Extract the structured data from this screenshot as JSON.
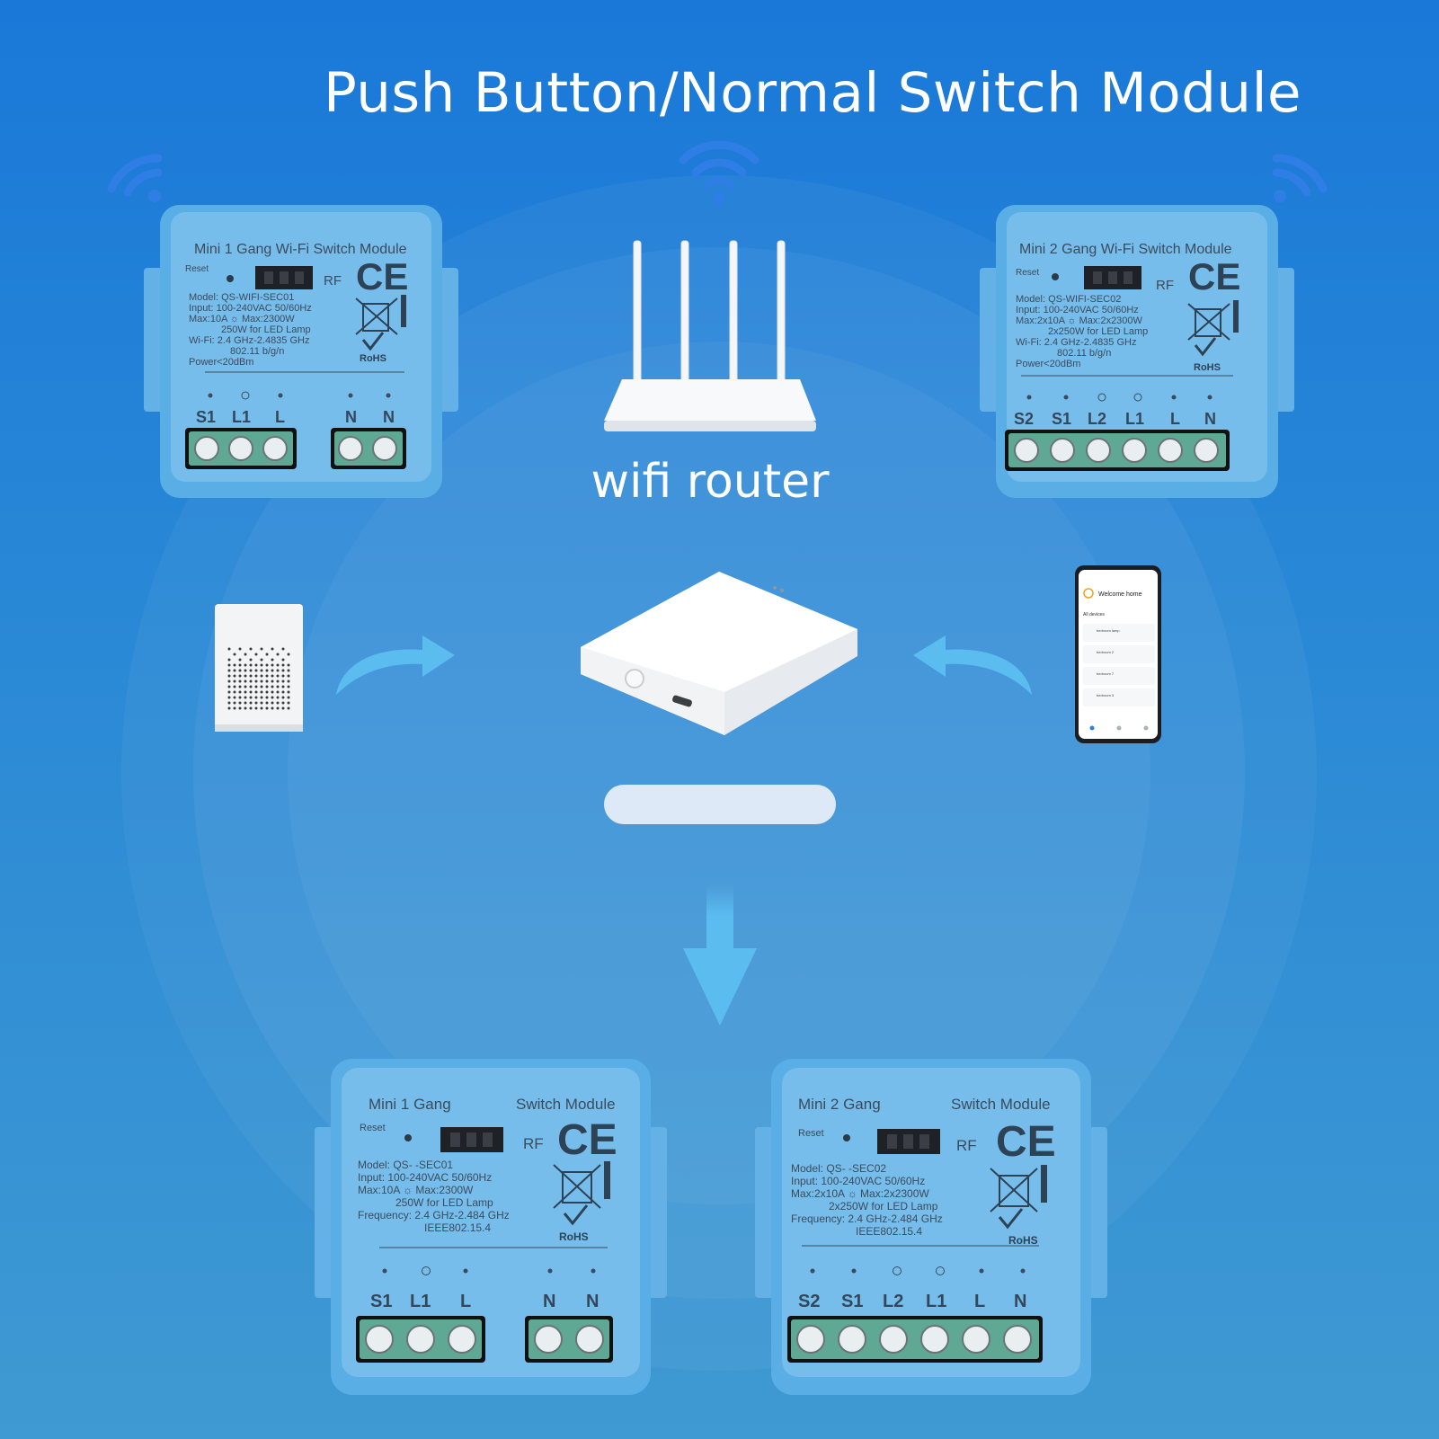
{
  "title": "Push Button/Normal Switch Module",
  "router_label": "wifi router",
  "colors": {
    "background_top": "#1a78d8",
    "background_bottom": "#3f99d2",
    "module_body": "#5aaee6",
    "module_face": "#76bdec",
    "terminal_block": "#5fa893",
    "wifi_signal": "#2f7ee6",
    "arrow": "#5bbcf0"
  },
  "icons": {
    "wifi": "wifi-icon",
    "arrow": "arrow-icon",
    "router": "router-icon",
    "hub": "gateway-hub-icon",
    "speaker": "smart-speaker-icon",
    "phone": "smartphone-icon"
  },
  "modules": {
    "wifi_1gang": {
      "name": "Mini 1 Gang Wi-Fi Switch Module",
      "reset": "Reset",
      "rf": "RF",
      "specs": [
        "Model: QS-WIFI-SEC01",
        "Input: 100-240VAC 50/60Hz",
        "Max:10A ☼ Max:2300W",
        "250W for LED Lamp",
        "Wi-Fi: 2.4 GHz-2.4835 GHz",
        "802.11 b/g/n",
        "Power<20dBm"
      ],
      "rohs": "RoHS",
      "terminals_left": [
        "S1",
        "L1",
        "L"
      ],
      "terminals_right": [
        "N",
        "N"
      ]
    },
    "wifi_2gang": {
      "name": "Mini 2 Gang Wi-Fi Switch Module",
      "reset": "Reset",
      "rf": "RF",
      "specs": [
        "Model: QS-WIFI-SEC02",
        "Input: 100-240VAC 50/60Hz",
        "Max:2x10A ☼ Max:2x2300W",
        "2x250W for LED Lamp",
        "Wi-Fi: 2.4 GHz-2.4835 GHz",
        "802.11 b/g/n",
        "Power<20dBm"
      ],
      "rohs": "RoHS",
      "terminals": [
        "S2",
        "S1",
        "L2",
        "L1",
        "L",
        "N"
      ]
    },
    "zb_1gang": {
      "name_left": "Mini 1 Gang",
      "name_right": "Switch Module",
      "reset": "Reset",
      "rf": "RF",
      "specs": [
        "Model: QS-       -SEC01",
        "Input: 100-240VAC 50/60Hz",
        "Max:10A ☼ Max:2300W",
        "250W for LED Lamp",
        "Frequency: 2.4 GHz-2.484 GHz",
        "IEEE802.15.4"
      ],
      "rohs": "RoHS",
      "terminals_left": [
        "S1",
        "L1",
        "L"
      ],
      "terminals_right": [
        "N",
        "N"
      ]
    },
    "zb_2gang": {
      "name_left": "Mini 2 Gang",
      "name_right": "Switch Module",
      "reset": "Reset",
      "rf": "RF",
      "specs": [
        "Model: QS-       -SEC02",
        "Input: 100-240VAC 50/60Hz",
        "Max:2x10A ☼ Max:2x2300W",
        "2x250W for LED Lamp",
        "Frequency: 2.4 GHz-2.484 GHz",
        "IEEE802.15.4"
      ],
      "rohs": "RoHS",
      "terminals": [
        "S2",
        "S1",
        "L2",
        "L1",
        "L",
        "N"
      ]
    }
  },
  "phone_screen": {
    "heading": "Welcome home",
    "section": "All devices",
    "rows": [
      "bedroom lamp",
      "bedroom 2",
      "bedroom 7",
      "bedroom 3"
    ]
  }
}
